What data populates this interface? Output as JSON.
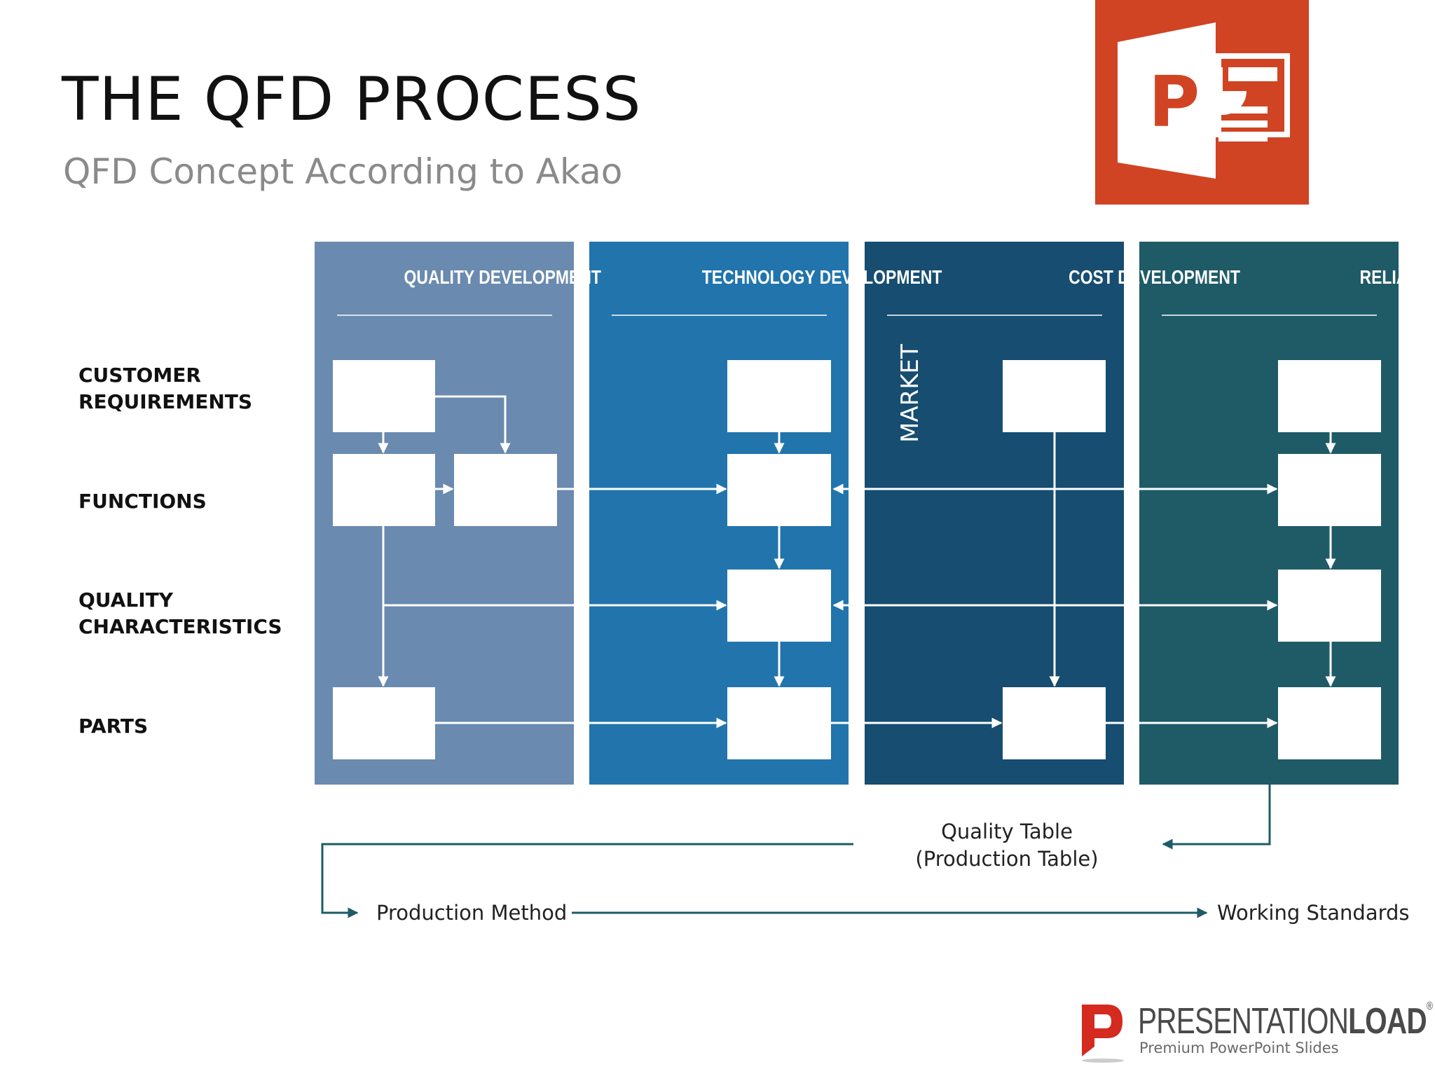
{
  "title": "THE QFD PROCESS",
  "subtitle": "QFD Concept According to Akao",
  "app_icon": {
    "name": "powerpoint-icon",
    "letter": "P",
    "color": "#d04423"
  },
  "rows": [
    {
      "label": "CUSTOMER\nREQUIREMENTS"
    },
    {
      "label": "FUNCTIONS"
    },
    {
      "label": "QUALITY\nCHARACTERISTICS"
    },
    {
      "label": "PARTS"
    }
  ],
  "columns": [
    {
      "label": "QUALITY DEVELOPMENT",
      "color": "#6a8aaf"
    },
    {
      "label": "TECHNOLOGY DEVELOPMENT",
      "color": "#2174ac"
    },
    {
      "label": "COST DEVELOPMENT",
      "color": "#164d71"
    },
    {
      "label": "RELIABILITY DEVELOPMENT",
      "color": "#1f5a67"
    }
  ],
  "market_label": "MARKET",
  "quality_table": {
    "line1": "Quality Table",
    "line2": "(Production Table)"
  },
  "production_method": "Production Method",
  "working_standards": "Working Standards",
  "flow_line_color": "#1e5b66",
  "brand": {
    "name_light": "PRESENTATION",
    "name_bold": "LOAD",
    "registered": "®",
    "tagline": "Premium PowerPoint Slides",
    "color": "#d42a20"
  }
}
